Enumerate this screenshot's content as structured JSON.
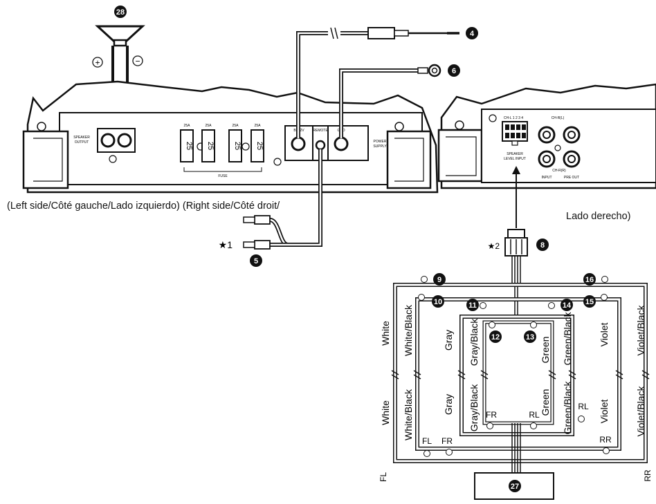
{
  "captions": {
    "left_right": "(Left side/Côté gauche/Lado izquierdo) (Right side/Côté droit/",
    "lado_derecho": "Lado derecho)"
  },
  "callouts": {
    "c28": "28",
    "c4": "4",
    "c6": "6",
    "c5": "5",
    "c8": "8",
    "c9": "9",
    "c10": "10",
    "c11": "11",
    "c12": "12",
    "c13": "13",
    "c14": "14",
    "c15": "15",
    "c16": "16",
    "c27": "27"
  },
  "stars": {
    "s1": "★1",
    "s2": "★2"
  },
  "amp_left": {
    "speaker_output": [
      "SPEAKER",
      "OUTPUT"
    ],
    "fuse_ratings": [
      "25A",
      "25A",
      "25A",
      "25A"
    ],
    "fuse_value": "25",
    "fuse_label": "FUSE",
    "terminals": [
      "B+12V",
      "REMOTE",
      "GND"
    ],
    "power_supply": [
      "POWER",
      "SUPPLY"
    ]
  },
  "amp_right": {
    "ch_top": "CH-L 1  2  3  4",
    "ch_r": "CH-R(L)",
    "speaker_level_input": [
      "SPEAKER",
      "LEVEL INPUT"
    ],
    "input": "INPUT",
    "pre_out": "PRE OUT",
    "ch_r_bottom": "CH-R(R)"
  },
  "polarity": {
    "plus": "+",
    "minus": "−"
  },
  "wire_labels": {
    "white": "White",
    "white_black": "White/Black",
    "gray": "Gray",
    "gray_black": "Gray/Black",
    "green": "Green",
    "green_black": "Green/Black",
    "violet": "Violet",
    "violet_black": "Violet/Black"
  },
  "positions": {
    "fl": "FL",
    "fr": "FR",
    "rl": "RL",
    "rr": "RR"
  }
}
